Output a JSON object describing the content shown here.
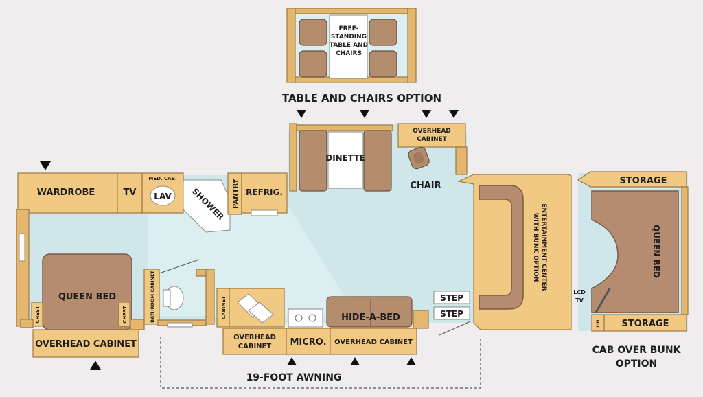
{
  "colors": {
    "background": "#efedee",
    "floor": "#cfe6ea",
    "cabinet": "#f2c983",
    "furniture": "#b48c6e"
  },
  "labels": {
    "table_option_title": "TABLE AND CHAIRS OPTION",
    "free_standing_table": [
      "FREE-",
      "STANDING",
      "TABLE AND",
      "CHAIRS"
    ],
    "overhead_cabinet_top": [
      "OVERHEAD",
      "CABINET"
    ],
    "dinette": "DINETTE",
    "chair": "CHAIR",
    "wardrobe": "WARDROBE",
    "tv": "TV",
    "med_cab": "MED. CAB.",
    "lav": "LAV",
    "shower": "SHOWER",
    "pantry": "PANTRY",
    "refrig": "REFRIG.",
    "queen_bed_rear": "QUEEN BED",
    "chest": "CHEST",
    "overhead_cabinet_rear": "OVERHEAD CABINET",
    "overhead_cabinet_left": [
      "OVERHEAD",
      "CABINET"
    ],
    "micro": "MICRO.",
    "overhead_cabinet_right": "OVERHEAD CABINET",
    "hide_a_bed": "HIDE-A-BED",
    "step": "STEP",
    "entertainment_center": [
      "ENTERTAINMENT CENTER",
      "WITH BUNK OPTION"
    ],
    "awning": "19-FOOT AWNING",
    "storage_top": "STORAGE",
    "storage_bottom": "STORAGE",
    "queen_bed_cab": "QUEEN BED",
    "lcd_tv": [
      "LCD",
      "TV"
    ],
    "cab_bunk_option": [
      "CAB OVER BUNK",
      "OPTION"
    ],
    "linen": "LIN.",
    "cabinet_small": "CABINET",
    "bathroom_cabinet": "BATHROOM CABINET"
  }
}
